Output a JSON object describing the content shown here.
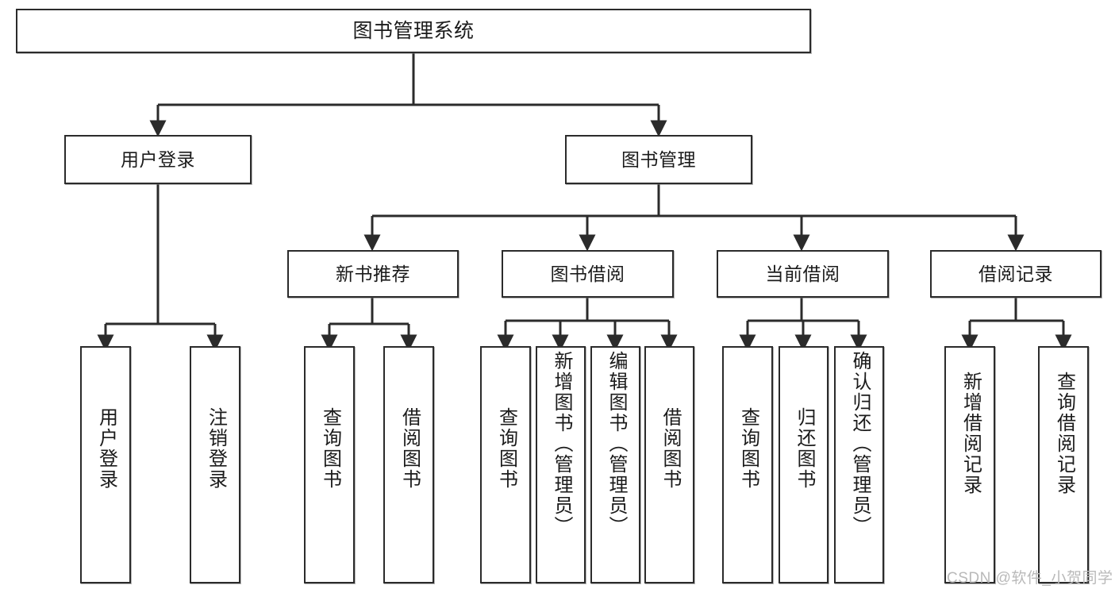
{
  "diagram": {
    "type": "tree-hierarchy",
    "title": "图书管理系统",
    "watermark": "CSDN @软件_小贺同学",
    "colors": {
      "node_border": "#2b2b2b",
      "node_fill": "#ffffff",
      "connector": "#2b2b2b",
      "watermark": "#b9b9b9",
      "background": "#ffffff"
    },
    "levels": {
      "root": "图书管理系统",
      "level2": [
        "用户登录",
        "图书管理"
      ],
      "level3": [
        "新书推荐",
        "图书借阅",
        "当前借阅",
        "借阅记录"
      ]
    },
    "nodes": {
      "root": {
        "label": "图书管理系统",
        "orientation": "horizontal"
      },
      "user_login": {
        "label": "用户登录",
        "orientation": "horizontal"
      },
      "book_manage": {
        "label": "图书管理",
        "orientation": "horizontal"
      },
      "new_book_rec": {
        "label": "新书推荐",
        "orientation": "horizontal"
      },
      "book_borrow": {
        "label": "图书借阅",
        "orientation": "horizontal"
      },
      "current_borrow": {
        "label": "当前借阅",
        "orientation": "horizontal"
      },
      "borrow_record": {
        "label": "借阅记录",
        "orientation": "horizontal"
      },
      "leaf_user_login": {
        "label": "用户登录",
        "orientation": "vertical"
      },
      "leaf_logout": {
        "label": "注销登录",
        "orientation": "vertical"
      },
      "leaf_query_book_1": {
        "label": "查询图书",
        "orientation": "vertical"
      },
      "leaf_borrow_book_1": {
        "label": "借阅图书",
        "orientation": "vertical"
      },
      "leaf_query_book_2": {
        "label": "查询图书",
        "orientation": "vertical"
      },
      "leaf_add_book": {
        "label": "新增图书（管理员）",
        "orientation": "vertical"
      },
      "leaf_edit_book": {
        "label": "编辑图书（管理员）",
        "orientation": "vertical"
      },
      "leaf_borrow_book_2": {
        "label": "借阅图书",
        "orientation": "vertical"
      },
      "leaf_query_book_3": {
        "label": "查询图书",
        "orientation": "vertical"
      },
      "leaf_return_book": {
        "label": "归还图书",
        "orientation": "vertical"
      },
      "leaf_confirm_return": {
        "label": "确认归还（管理员）",
        "orientation": "vertical"
      },
      "leaf_add_record": {
        "label": "新增借阅记录",
        "orientation": "vertical"
      },
      "leaf_query_record": {
        "label": "查询借阅记录",
        "orientation": "vertical"
      }
    },
    "edges": [
      {
        "from": "图书管理系统",
        "to": "用户登录"
      },
      {
        "from": "图书管理系统",
        "to": "图书管理"
      },
      {
        "from": "用户登录",
        "to": "用户登录"
      },
      {
        "from": "用户登录",
        "to": "注销登录"
      },
      {
        "from": "图书管理",
        "to": "新书推荐"
      },
      {
        "from": "图书管理",
        "to": "图书借阅"
      },
      {
        "from": "图书管理",
        "to": "当前借阅"
      },
      {
        "from": "图书管理",
        "to": "借阅记录"
      },
      {
        "from": "新书推荐",
        "to": "查询图书"
      },
      {
        "from": "新书推荐",
        "to": "借阅图书"
      },
      {
        "from": "图书借阅",
        "to": "查询图书"
      },
      {
        "from": "图书借阅",
        "to": "新增图书（管理员）"
      },
      {
        "from": "图书借阅",
        "to": "编辑图书（管理员）"
      },
      {
        "from": "图书借阅",
        "to": "借阅图书"
      },
      {
        "from": "当前借阅",
        "to": "查询图书"
      },
      {
        "from": "当前借阅",
        "to": "归还图书"
      },
      {
        "from": "当前借阅",
        "to": "确认归还（管理员）"
      },
      {
        "from": "借阅记录",
        "to": "新增借阅记录"
      },
      {
        "from": "借阅记录",
        "to": "查询借阅记录"
      }
    ]
  }
}
